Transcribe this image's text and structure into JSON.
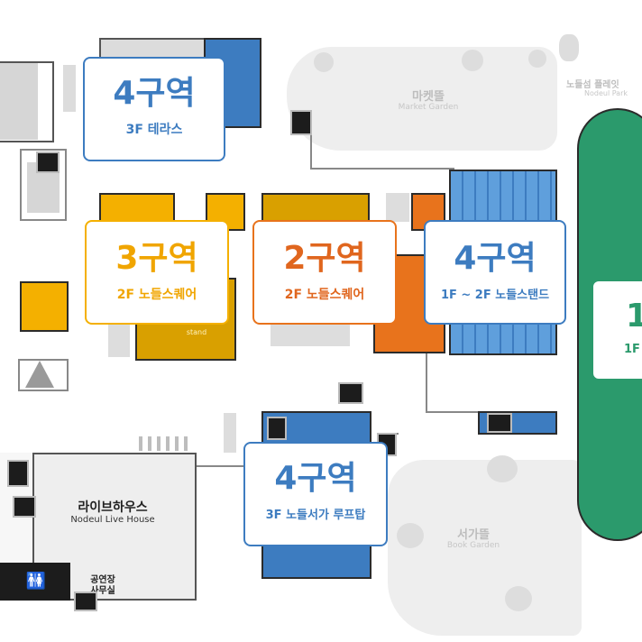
{
  "map": {
    "zones": [
      {
        "zone": "4구역",
        "floor": "3F 테라스",
        "color": "#3f7fbf"
      },
      {
        "zone": "3구역",
        "floor": "2F 노들스퀘어",
        "color": "#f0a500"
      },
      {
        "zone": "2구역",
        "floor": "2F 노들스퀘어",
        "color": "#e0661e"
      },
      {
        "zone": "4구역",
        "floor": "1F ~ 2F 노들스탠드",
        "color": "#3f7fbf"
      },
      {
        "zone": "4구역",
        "floor": "3F 노들서가 루프탑",
        "color": "#3f7fbf"
      },
      {
        "zone": "1",
        "floor": "1F",
        "color": "#2a9a6a"
      }
    ],
    "places": {
      "market_kr": "마켓뜰",
      "market_en": "Market Garden",
      "nodeul_kr": "노들섬 플레잇",
      "nodeul_en": "Nodeul Park",
      "live_kr": "라이브하우스",
      "live_en": "Nodeul Live House",
      "office_line1": "공연장",
      "office_line2": "사무실",
      "book_kr": "서가뜰",
      "book_en": "Book Garden",
      "stand_text": "stand"
    },
    "colors": {
      "blue": "#3d7cc0",
      "blue_light": "#5f9fdc",
      "yellow": "#f4b000",
      "yellow_dark": "#c89010",
      "orange": "#e8731c",
      "green": "#2b9a6c",
      "grey": "#d9d9d9",
      "outline": "#2b2b2b"
    }
  }
}
